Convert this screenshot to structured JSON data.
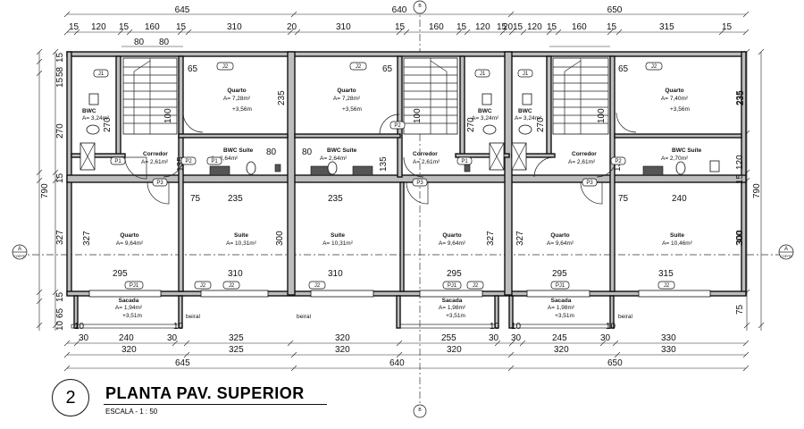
{
  "title": {
    "number": "2",
    "main": "PLANTA PAV. SUPERIOR",
    "scale": "ESCALA - 1 : 50"
  },
  "dims": {
    "top_totals": [
      "645",
      "640",
      "650"
    ],
    "bottom_totals": [
      "645",
      "640",
      "650"
    ],
    "top_row": [
      "15",
      "120",
      "15",
      "160",
      "15",
      "310",
      "20",
      "310",
      "15",
      "160",
      "15",
      "120",
      "15",
      "20",
      "15",
      "120",
      "15",
      "160",
      "15",
      "315",
      "15"
    ],
    "sub_row": [
      "80",
      "80"
    ],
    "bottom_row1": [
      "10",
      "30",
      "240",
      "10",
      "30",
      "325",
      "320",
      "255",
      "10",
      "30",
      "10",
      "30",
      "245",
      "30",
      "10",
      "330"
    ],
    "bottom_row2": [
      "320",
      "325",
      "320",
      "320",
      "320",
      "330"
    ],
    "left_vertical": [
      "15",
      "58",
      "15",
      "270",
      "15",
      "790",
      "327",
      "15",
      "65",
      "10"
    ],
    "right_vertical": [
      "235",
      "120",
      "15",
      "790",
      "300",
      "75"
    ],
    "inner": [
      "65",
      "65",
      "65",
      "235",
      "235",
      "80",
      "80",
      "80",
      "235",
      "235",
      "75",
      "75",
      "240",
      "75",
      "295",
      "310",
      "310",
      "295",
      "295",
      "315",
      "327",
      "300",
      "327",
      "327",
      "300",
      "135",
      "135",
      "135",
      "270",
      "270",
      "270",
      "100",
      "100",
      "100"
    ]
  },
  "rooms": [
    {
      "name": "BWC",
      "area": "A= 3,24m²"
    },
    {
      "name": "Quarto",
      "area": "A= 7,28m²",
      "level": "+3,56m"
    },
    {
      "name": "Quarto",
      "area": "A= 7,28m²",
      "level": "+3,56m"
    },
    {
      "name": "BWC",
      "area": "A= 3,24m²"
    },
    {
      "name": "BWC",
      "area": "A= 3,24m²"
    },
    {
      "name": "Quarto",
      "area": "A= 7,40m²",
      "level": "+3,56m"
    },
    {
      "name": "Corredor",
      "area": "A= 2,61m²"
    },
    {
      "name": "BWC Suíte",
      "area": "A= 2,64m²"
    },
    {
      "name": "BWC Suíte",
      "area": "A= 2,64m²"
    },
    {
      "name": "Corredor",
      "area": "A= 2,61m²"
    },
    {
      "name": "Corredor",
      "area": "A= 2,61m²"
    },
    {
      "name": "BWC Suíte",
      "area": "A= 2,70m²"
    },
    {
      "name": "Quarto",
      "area": "A= 9,64m²"
    },
    {
      "name": "Suíte",
      "area": "A= 10,31m²"
    },
    {
      "name": "Suíte",
      "area": "A= 10,31m²"
    },
    {
      "name": "Quarto",
      "area": "A= 9,64m²"
    },
    {
      "name": "Quarto",
      "area": "A= 9,64m²"
    },
    {
      "name": "Suíte",
      "area": "A= 10,46m²"
    },
    {
      "name": "Sacada",
      "area": "A= 1,94m²",
      "level": "+3,51m"
    },
    {
      "name": "Sacada",
      "area": "A= 1,98m²",
      "level": "+3,51m"
    },
    {
      "name": "Sacada",
      "area": "A= 1,98m²",
      "level": "+3,51m"
    }
  ],
  "labels": {
    "beiral": "beiral",
    "cut_mark": "A",
    "cut_sub": "CORTE",
    "north": "B",
    "north_sub": "CORTE"
  },
  "tags": [
    "J1",
    "J2",
    "J2",
    "J1",
    "J1",
    "J2",
    "P1",
    "P2",
    "P1",
    "P2",
    "P1",
    "P2",
    "P3",
    "P3",
    "P3",
    "J2",
    "J2",
    "J2",
    "J2",
    "J2",
    "PJ1",
    "PJ1",
    "PJ1",
    "J2",
    "J2",
    "J2",
    "J2",
    "J2",
    "J2"
  ]
}
